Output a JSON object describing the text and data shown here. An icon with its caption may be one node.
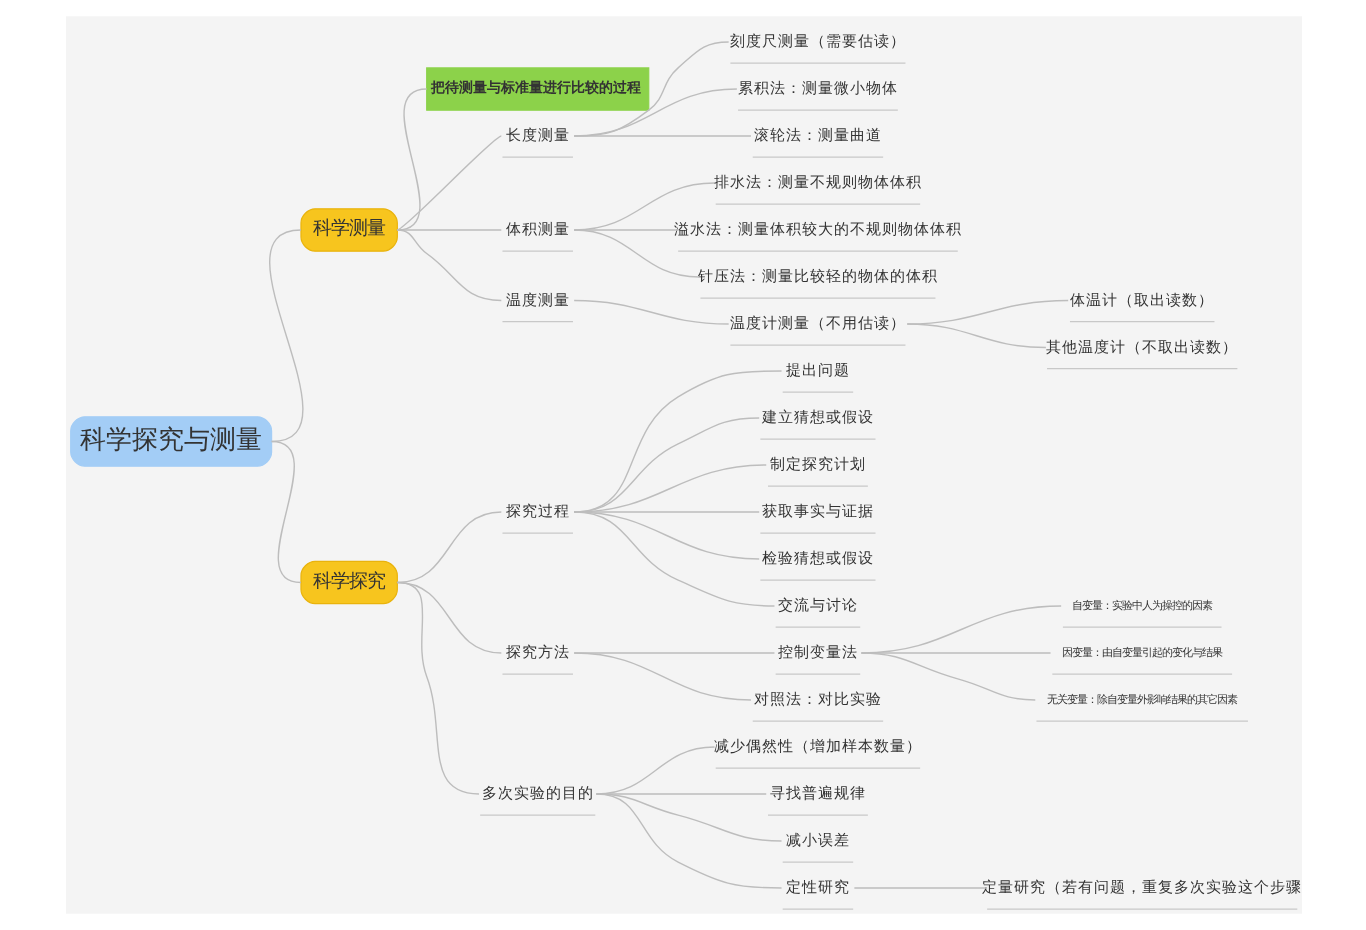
{
  "diagram": {
    "nodes": [
      {
        "text": [
          "科学探究与测量"
        ]
      },
      {
        "text": [
          "科学测量"
        ]
      },
      {
        "text": [
          "把待测量与标准量进行比较的过程"
        ]
      },
      {
        "text": [
          "长度测量"
        ]
      },
      {
        "text": [
          "刻度尺测量（需要估读）"
        ]
      },
      {
        "text": [
          "累积法：测量微小物体"
        ]
      },
      {
        "text": [
          "滚轮法：测量曲道"
        ]
      },
      {
        "text": [
          "体积测量"
        ]
      },
      {
        "text": [
          "排水法：测量不规则物体体积"
        ]
      },
      {
        "text": [
          "溢水法：测量体积较大的不规则物体体积"
        ]
      },
      {
        "text": [
          "针压法：测量比较轻的物体的体积"
        ]
      },
      {
        "text": [
          "温度测量"
        ]
      },
      {
        "text": [
          "温度计测量（不用估读）"
        ]
      },
      {
        "text": [
          "体温计（取出读数）"
        ]
      },
      {
        "text": [
          "其他温度计（不取出读数）"
        ]
      },
      {
        "text": [
          "科学探究"
        ]
      },
      {
        "text": [
          "探究过程"
        ]
      },
      {
        "text": [
          "提出问题"
        ]
      },
      {
        "text": [
          "建立猜想或假设"
        ]
      },
      {
        "text": [
          "制定探究计划"
        ]
      },
      {
        "text": [
          "获取事实与证据"
        ]
      },
      {
        "text": [
          "检验猜想或假设"
        ]
      },
      {
        "text": [
          "交流与讨论"
        ]
      },
      {
        "text": [
          "探究方法"
        ]
      },
      {
        "text": [
          "控制变量法"
        ]
      },
      {
        "text": [
          "自变量：实验中人为操控的因素"
        ]
      },
      {
        "text": [
          "因变量：由自变量引起的变化与结果"
        ]
      },
      {
        "text": [
          "无关变量：除自变量外影响结果的其它因素"
        ]
      },
      {
        "text": [
          "对照法：对比实验"
        ]
      },
      {
        "text": [
          "多次实验的目的"
        ]
      },
      {
        "text": [
          "减少偶然性（增加样本数量）"
        ]
      },
      {
        "text": [
          "寻找普遍规律"
        ]
      },
      {
        "text": [
          "减小误差"
        ]
      },
      {
        "text": [
          "定性研究"
        ]
      },
      {
        "text": [
          "定量研究（若有问题，重复多次实验这个步骤"
        ]
      }
    ],
    "edges": [
      {
        "from": 0,
        "to": 1,
        "arrow": "none"
      },
      {
        "from": 1,
        "to": 2,
        "arrow": "none"
      },
      {
        "from": 1,
        "to": 3,
        "arrow": "none"
      },
      {
        "from": 3,
        "to": 4,
        "arrow": "none"
      },
      {
        "from": 3,
        "to": 5,
        "arrow": "none"
      },
      {
        "from": 3,
        "to": 6,
        "arrow": "none"
      },
      {
        "from": 1,
        "to": 7,
        "arrow": "none"
      },
      {
        "from": 7,
        "to": 8,
        "arrow": "none"
      },
      {
        "from": 7,
        "to": 9,
        "arrow": "none"
      },
      {
        "from": 7,
        "to": 10,
        "arrow": "none"
      },
      {
        "from": 1,
        "to": 11,
        "arrow": "none"
      },
      {
        "from": 11,
        "to": 12,
        "arrow": "none"
      },
      {
        "from": 12,
        "to": 13,
        "arrow": "none"
      },
      {
        "from": 12,
        "to": 14,
        "arrow": "none"
      },
      {
        "from": 0,
        "to": 15,
        "arrow": "none"
      },
      {
        "from": 15,
        "to": 16,
        "arrow": "none"
      },
      {
        "from": 16,
        "to": 17,
        "arrow": "none"
      },
      {
        "from": 16,
        "to": 18,
        "arrow": "none"
      },
      {
        "from": 16,
        "to": 19,
        "arrow": "none"
      },
      {
        "from": 16,
        "to": 20,
        "arrow": "none"
      },
      {
        "from": 16,
        "to": 21,
        "arrow": "none"
      },
      {
        "from": 16,
        "to": 22,
        "arrow": "none"
      },
      {
        "from": 15,
        "to": 23,
        "arrow": "none"
      },
      {
        "from": 23,
        "to": 24,
        "arrow": "none"
      },
      {
        "from": 24,
        "to": 25,
        "arrow": "none"
      },
      {
        "from": 24,
        "to": 26,
        "arrow": "none"
      },
      {
        "from": 24,
        "to": 27,
        "arrow": "none"
      },
      {
        "from": 23,
        "to": 28,
        "arrow": "none"
      },
      {
        "from": 15,
        "to": 29,
        "arrow": "none"
      },
      {
        "from": 29,
        "to": 30,
        "arrow": "none"
      },
      {
        "from": 29,
        "to": 31,
        "arrow": "none"
      },
      {
        "from": 29,
        "to": 32,
        "arrow": "none"
      },
      {
        "from": 29,
        "to": 33,
        "arrow": "none"
      },
      {
        "from": 33,
        "to": 34,
        "arrow": "none"
      }
    ]
  }
}
